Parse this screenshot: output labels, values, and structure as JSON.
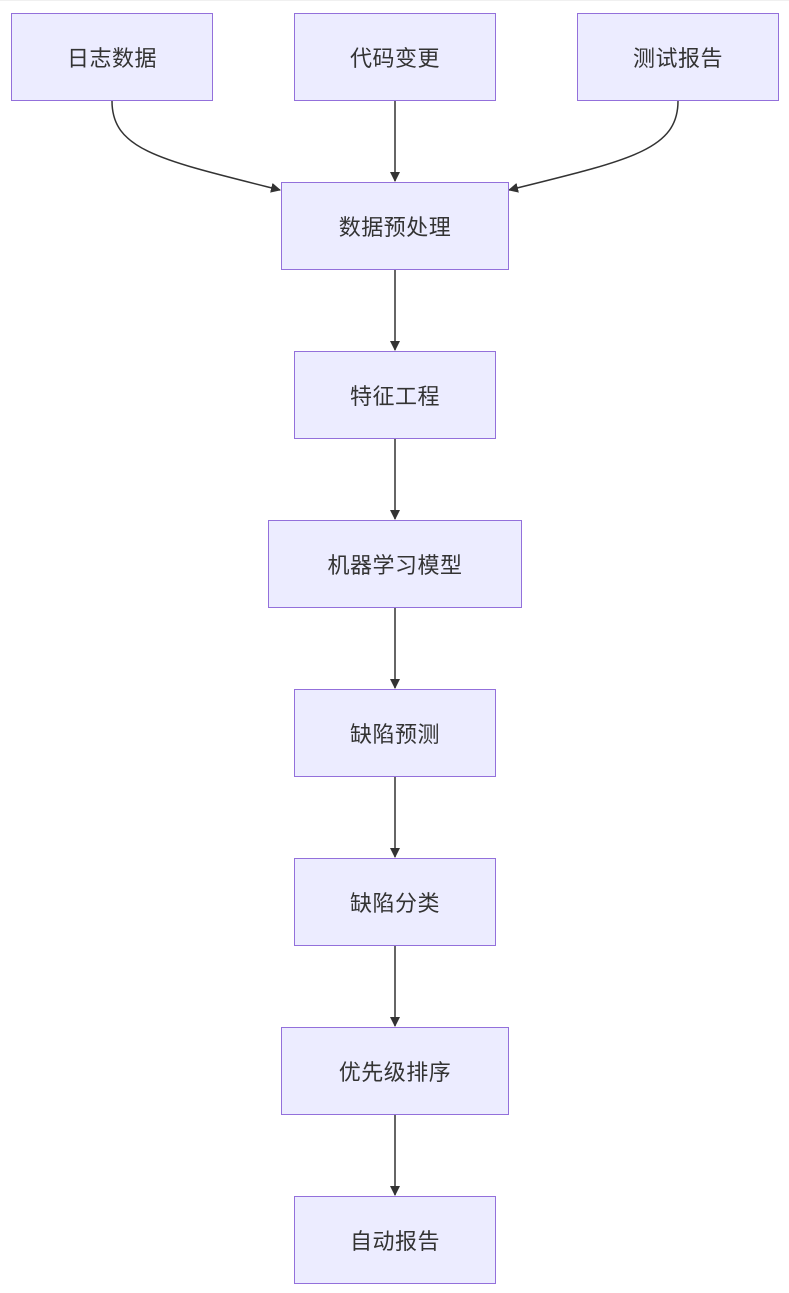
{
  "nodes": {
    "log_data": "日志数据",
    "code_change": "代码变更",
    "test_report": "测试报告",
    "preprocess": "数据预处理",
    "feature_eng": "特征工程",
    "ml_model": "机器学习模型",
    "defect_predict": "缺陷预测",
    "defect_classify": "缺陷分类",
    "priority_sort": "优先级排序",
    "auto_report": "自动报告"
  },
  "colors": {
    "node_fill": "#ececff",
    "node_border": "#9370db",
    "edge": "#333333",
    "text": "#333333"
  }
}
